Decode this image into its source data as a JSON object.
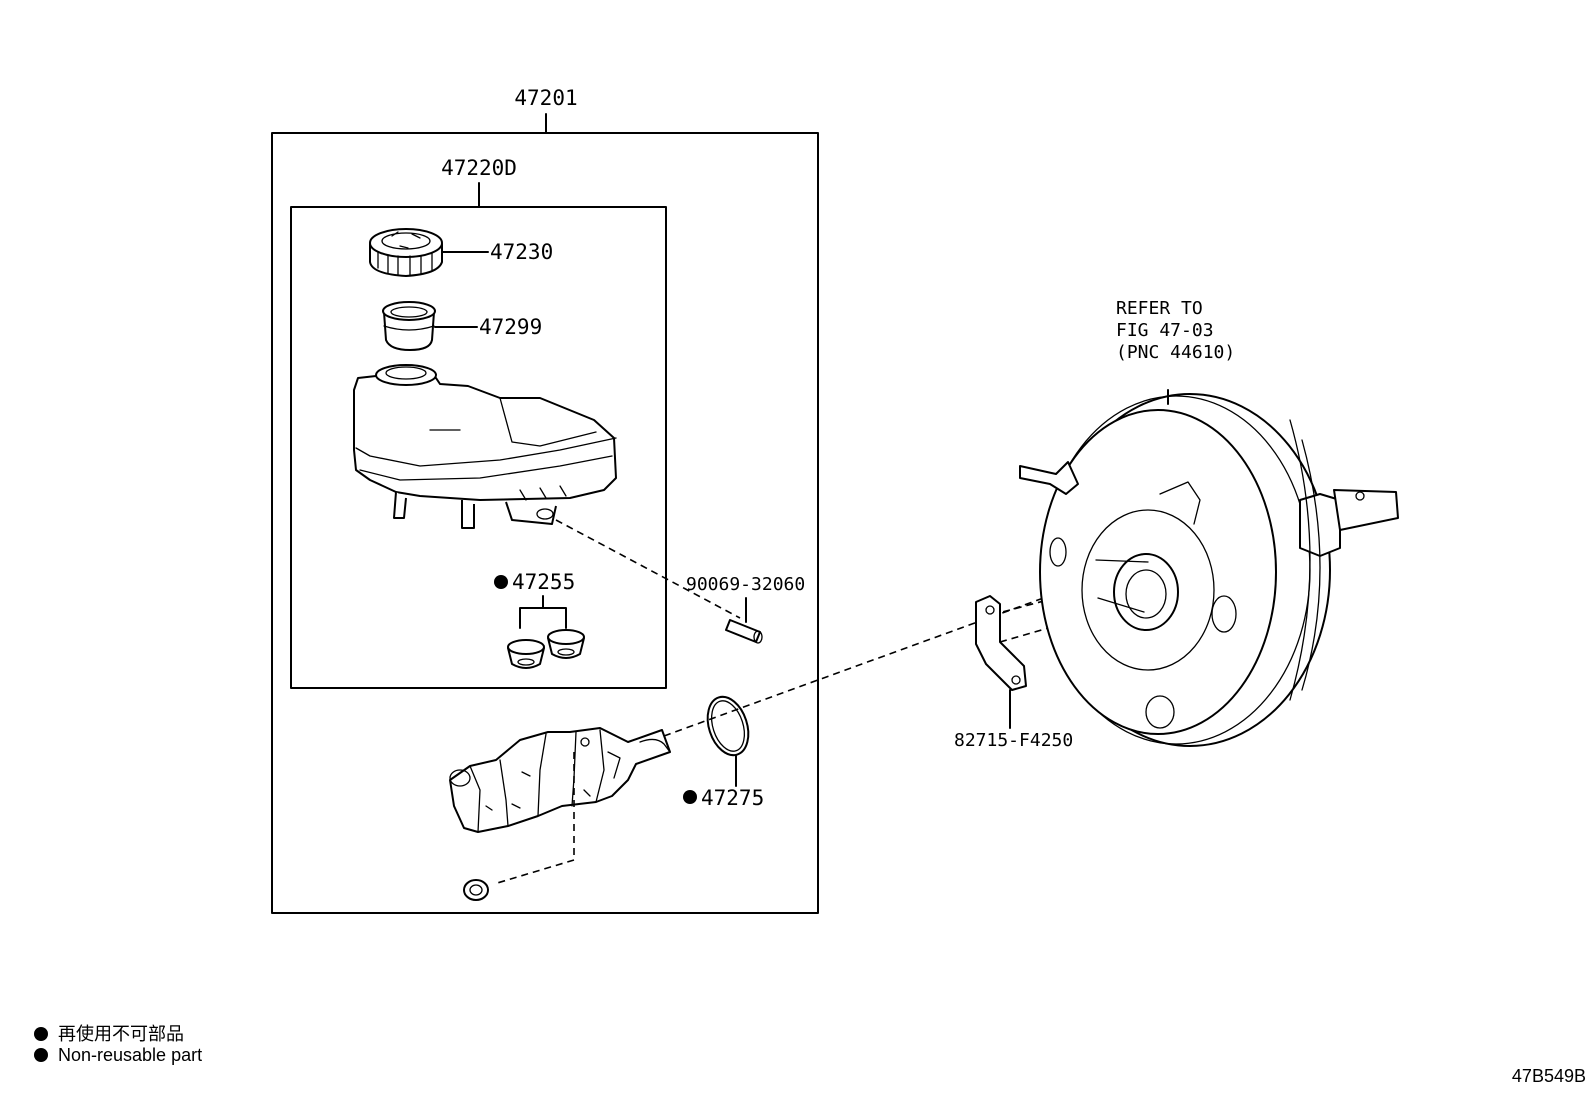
{
  "labels": {
    "assembly": "47201",
    "reservoir_assy": "47220D",
    "cap": "47230",
    "strainer": "47299",
    "grommet_set": "47255",
    "pin": "90069-32060",
    "o_ring": "47275",
    "bracket": "82715-F4250",
    "refer_line1": "REFER TO",
    "refer_line2": "FIG 47-03",
    "refer_line3": "(PNC 44610)"
  },
  "legend": {
    "items": [
      {
        "text": "再使用不可部品"
      },
      {
        "text": "Non-reusable part"
      }
    ]
  },
  "illustration_code": "47B549B",
  "icons": {
    "non_reusable_marker": "filled-circle"
  }
}
